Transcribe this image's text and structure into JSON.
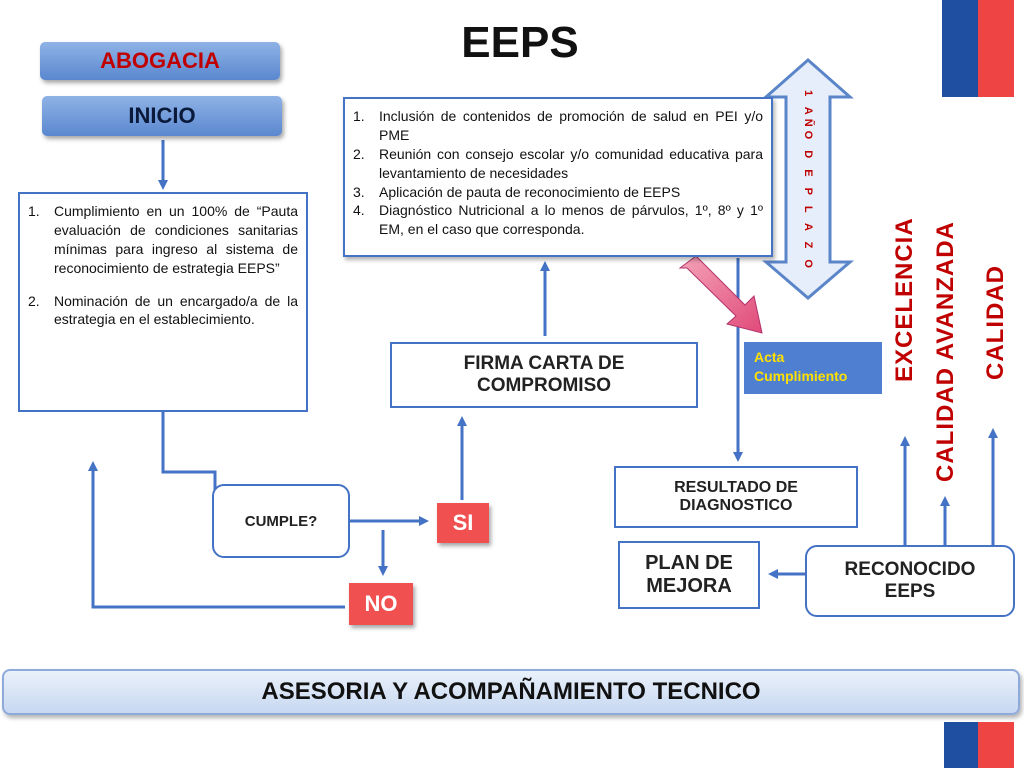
{
  "title": "EEPS",
  "abogacia": "ABOGACIA",
  "inicio": "INICIO",
  "left_list": [
    "Cumplimiento en un 100% de “Pauta evaluación de condiciones sanitarias mínimas para ingreso al sistema de reconocimiento de estrategia EEPS”",
    "Nominación de un encargado/a de la estrategia en el establecimiento."
  ],
  "top_list": [
    "Inclusión de contenidos de promoción de salud en PEI y/o PME",
    "Reunión con consejo escolar y/o comunidad educativa para levantamiento de necesidades",
    "Aplicación de pauta de reconocimiento de EEPS",
    "Diagnóstico Nutricional a lo menos de párvulos, 1º, 8º y 1º EM, en el caso que corresponda."
  ],
  "plazo": "1 AÑO D E P L A Z O",
  "firma": "FIRMA CARTA DE COMPROMISO",
  "acta": "Acta Cumplimiento",
  "resultado": "RESULTADO DE DIAGNOSTICO",
  "cumple": "CUMPLE?",
  "si": "SI",
  "no": "NO",
  "plan": "PLAN DE MEJORA",
  "reconocido": "RECONOCIDO EEPS",
  "excelencia": "EXCELENCIA",
  "calidad_avanzada": "CALIDAD AVANZADA",
  "calidad": "CALIDAD",
  "asesoria": "ASESORIA Y ACOMPAÑAMIENTO TECNICO",
  "colors": {
    "accent_blue": "#4472c4",
    "red": "#c00000",
    "tag_red": "#f05050",
    "acta_bg": "#4f7fd1"
  }
}
